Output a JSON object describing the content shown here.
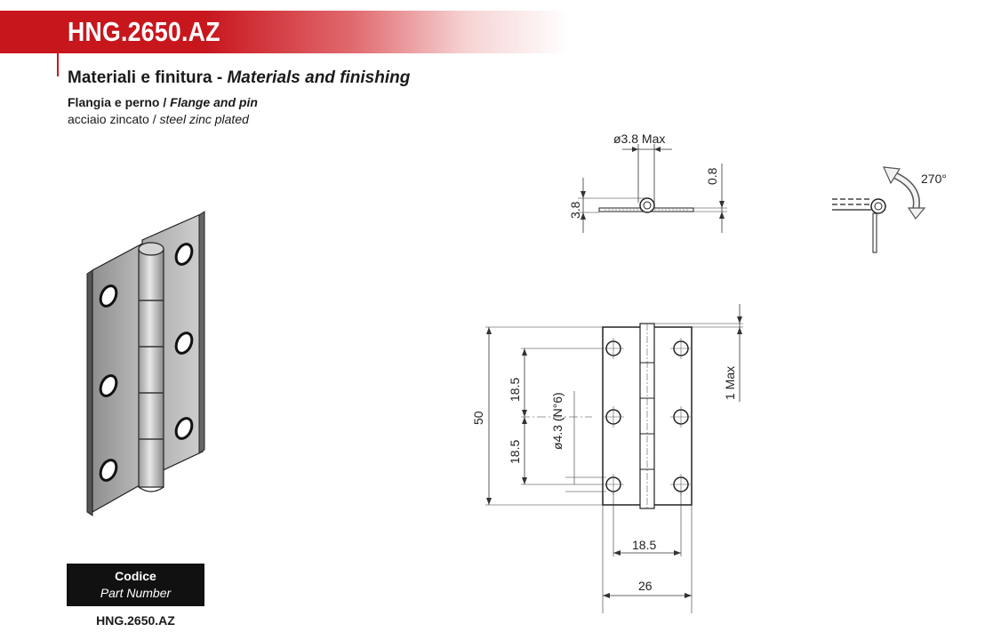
{
  "header": {
    "product_code": "HNG.2650.AZ"
  },
  "materials": {
    "heading_it": "Materiali e finitura -",
    "heading_en": "Materials and finishing",
    "flange_title_it": "Flangia e perno /",
    "flange_title_en": "Flange and pin",
    "flange_desc_it": "acciaio zincato /",
    "flange_desc_en": "steel zinc plated"
  },
  "dimensions": {
    "pin_diameter": "ø3.8  Max",
    "thickness": "0.8",
    "knuckle_height": "3.8",
    "rotation": "270°",
    "total_height": "50",
    "hole_pitch_upper": "18.5",
    "hole_pitch_lower": "18.5",
    "hole_spec": "ø4.3  (N°6)",
    "pin_protrusion": "1 Max",
    "hole_spacing_horizontal": "18.5",
    "total_width": "26"
  },
  "part_number": {
    "label_it": "Codice",
    "label_en": "Part Number",
    "value": "HNG.2650.AZ"
  },
  "colors": {
    "brand_red": "#c8161d",
    "box_black": "#111111"
  }
}
